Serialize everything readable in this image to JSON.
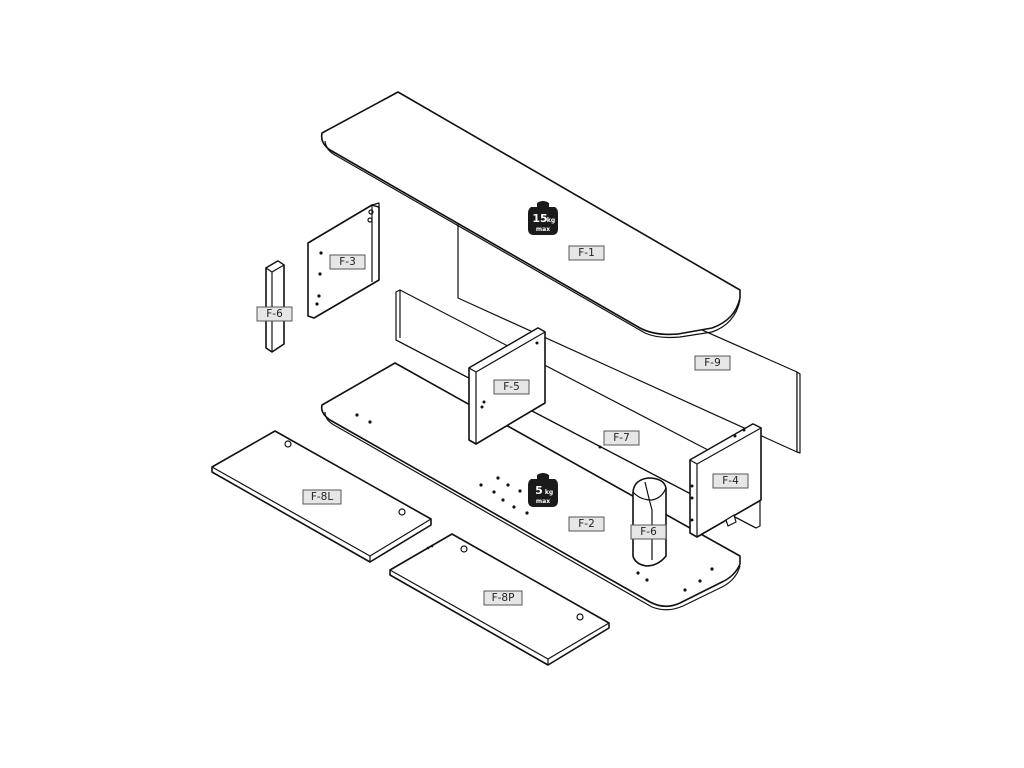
{
  "parts": {
    "f1": "F-1",
    "f2": "F-2",
    "f3": "F-3",
    "f4": "F-4",
    "f5": "F-5",
    "f6_left": "F-6",
    "f6_right": "F-6",
    "f7": "F-7",
    "f8l": "F-8L",
    "f8p": "F-8P",
    "f9": "F-9"
  },
  "weight_badges": {
    "top": {
      "value": "15",
      "unit": "kg",
      "note": "max"
    },
    "bottom": {
      "value": "5",
      "unit": "kg",
      "note": "max"
    }
  },
  "colors": {
    "line": "#111111",
    "label_fill": "#e6e6e6",
    "badge": "#1a1a1a"
  }
}
